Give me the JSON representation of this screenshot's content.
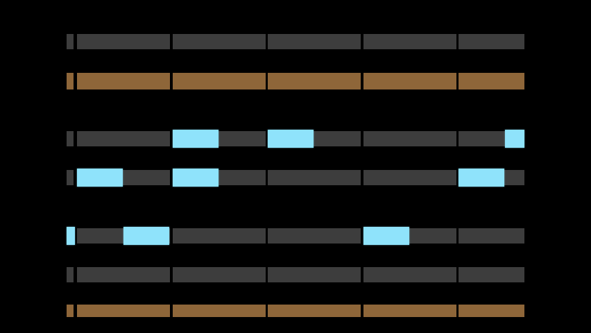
{
  "colors": {
    "background": "#000000",
    "track": "#3d3d3d",
    "rail": "#8e6639",
    "note": "#8fe3fb"
  },
  "grid": {
    "measures": 5,
    "steps_per_measure": 2,
    "leading_stub": true
  },
  "lanes": [
    {
      "id": "lane-1",
      "kind": "track",
      "notes": []
    },
    {
      "id": "lane-2",
      "kind": "rail",
      "notes": []
    },
    {
      "id": "lane-3",
      "kind": "track",
      "notes": [
        [
          1,
          0
        ],
        [
          2,
          0
        ],
        [
          4,
          1
        ]
      ]
    },
    {
      "id": "lane-4",
      "kind": "track",
      "notes": [
        [
          0,
          0
        ],
        [
          1,
          0
        ],
        [
          4,
          0
        ]
      ]
    },
    {
      "id": "lane-5",
      "kind": "track",
      "notes": [
        [
          -1,
          1
        ],
        [
          0,
          1
        ],
        [
          3,
          0
        ]
      ]
    },
    {
      "id": "lane-6",
      "kind": "track",
      "notes": []
    },
    {
      "id": "lane-7",
      "kind": "rail",
      "notes": []
    }
  ]
}
